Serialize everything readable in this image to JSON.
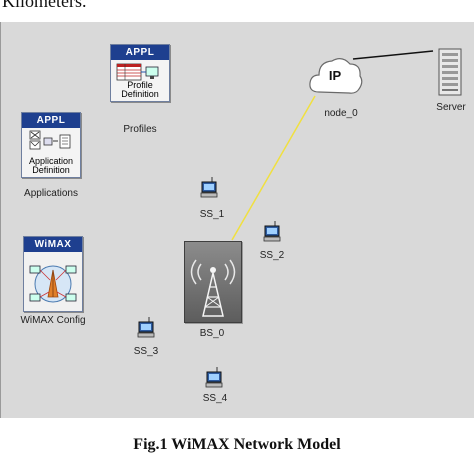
{
  "top_text": "Kilometers.",
  "caption": "Fig.1 WiMAX Network Model",
  "profiles": {
    "head": "APPL",
    "line1": "Profile",
    "line2": "Definition",
    "label": "Profiles"
  },
  "applications": {
    "head": "APPL",
    "line1": "Application",
    "line2": "Definition",
    "label": "Applications"
  },
  "wimax_config": {
    "head": "WiMAX",
    "label": "WiMAX Config"
  },
  "cloud": {
    "text": "IP",
    "label": "node_0"
  },
  "server": {
    "label": "Server"
  },
  "base_station": {
    "label": "BS_0"
  },
  "subscribers": [
    {
      "label": "SS_1"
    },
    {
      "label": "SS_2"
    },
    {
      "label": "SS_3"
    },
    {
      "label": "SS_4"
    }
  ],
  "colors": {
    "canvas": "#d9d9d9",
    "wireless_link": "#f0e040",
    "wired_link": "#111111",
    "appl_header": "#1e3f8f",
    "base_station": "#6f6f6f"
  }
}
